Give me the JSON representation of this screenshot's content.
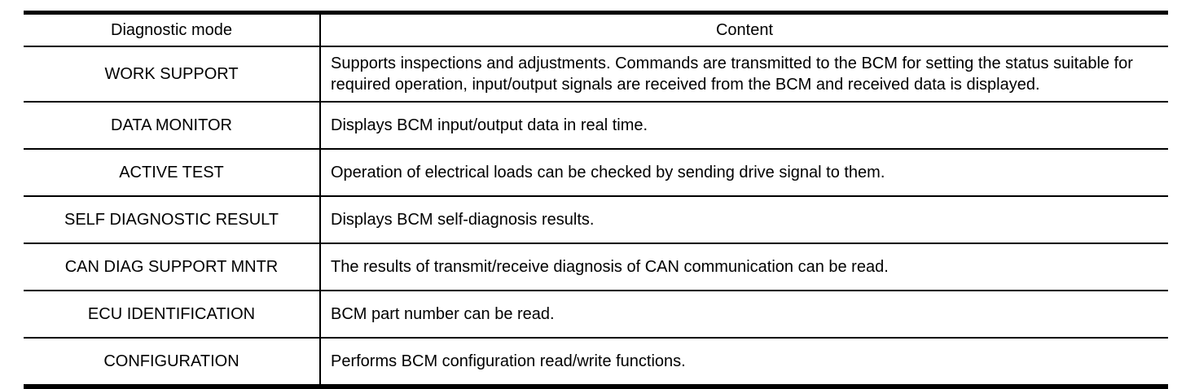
{
  "table": {
    "headers": {
      "mode": "Diagnostic mode",
      "content": "Content"
    },
    "rows": [
      {
        "mode": "WORK SUPPORT",
        "content": "Supports inspections and adjustments. Commands are transmitted to the BCM for setting the status suitable for required operation, input/output signals are received from the BCM and received data is displayed."
      },
      {
        "mode": "DATA MONITOR",
        "content": "Displays BCM input/output data in real time."
      },
      {
        "mode": "ACTIVE TEST",
        "content": "Operation of electrical loads can be checked by sending drive signal to them."
      },
      {
        "mode": "SELF DIAGNOSTIC RESULT",
        "content": "Displays BCM self-diagnosis results."
      },
      {
        "mode": "CAN DIAG SUPPORT MNTR",
        "content": "The results of transmit/receive diagnosis of CAN communication can be read."
      },
      {
        "mode": "ECU IDENTIFICATION",
        "content": "BCM part number can be read."
      },
      {
        "mode": "CONFIGURATION",
        "content": "Performs BCM configuration read/write functions."
      }
    ],
    "colors": {
      "border": "#000000",
      "text": "#000000",
      "background": "#ffffff"
    }
  }
}
